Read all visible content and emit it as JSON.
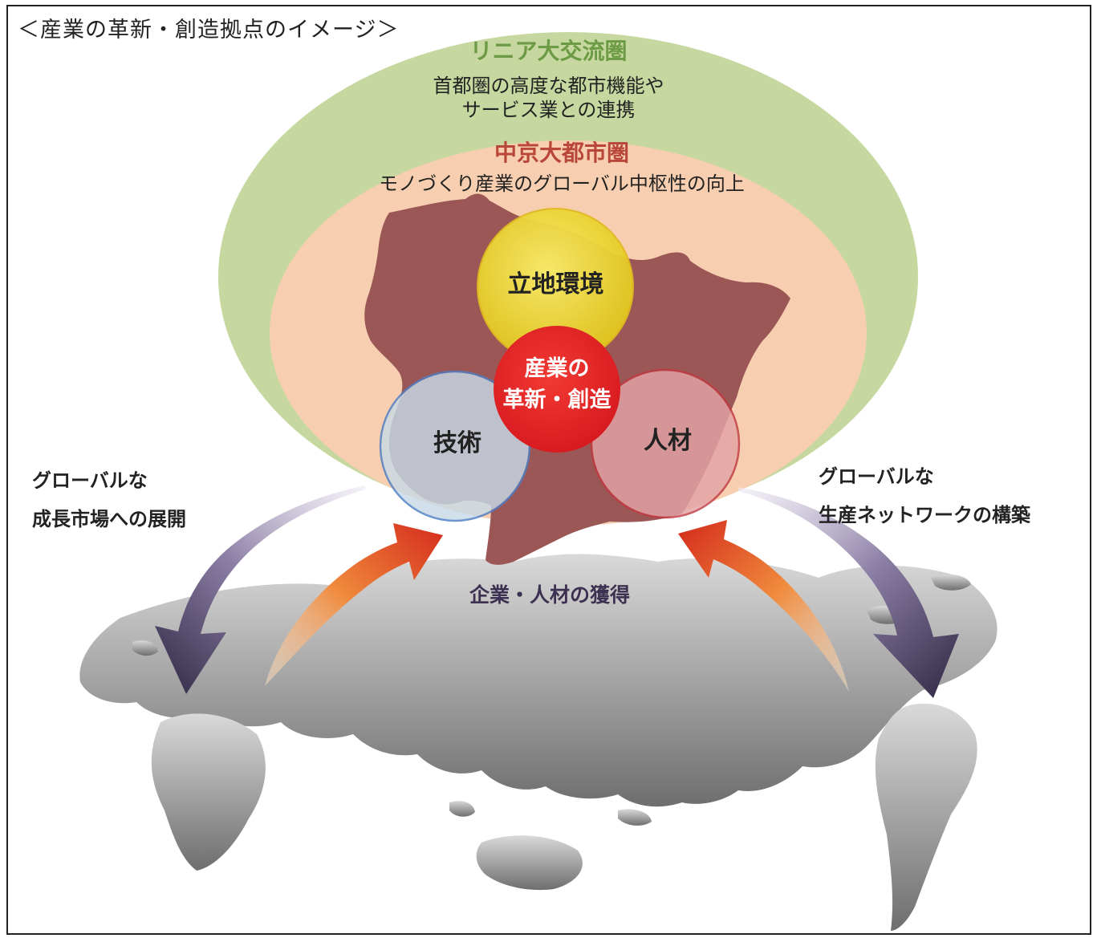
{
  "heading": "＜産業の革新・創造拠点のイメージ＞",
  "linear_region": {
    "title": "リニア大交流圏",
    "description_line1": "首都圏の高度な都市機能や",
    "description_line2": "サービス業との連携",
    "color": "#c6d89f"
  },
  "chukyo_region": {
    "title": "中京大都市圏",
    "description": "モノづくり産業のグローバル中枢性の向上",
    "color": "#f7cfb0"
  },
  "circles": {
    "location": {
      "label": "立地環境",
      "color": "#f2da2a"
    },
    "technology": {
      "label": "技術",
      "color": "#c8dae6"
    },
    "talent": {
      "label": "人材",
      "color": "#e3a3a6"
    },
    "center_line1": "産業の",
    "center_line2": "革新・創造",
    "center_color": "#e8262a"
  },
  "left_side": {
    "line1": "グローバルな",
    "line2": "成長市場への展開"
  },
  "right_side": {
    "line1": "グローバルな",
    "line2": "生産ネットワークの構築"
  },
  "acquire_label": "企業・人材の獲得",
  "colors": {
    "map_fill": "#9b5656",
    "outgoing_arrow": "#4a3f5e",
    "incoming_arrow": "#e0542a",
    "world_map": "#8c8c8c"
  }
}
